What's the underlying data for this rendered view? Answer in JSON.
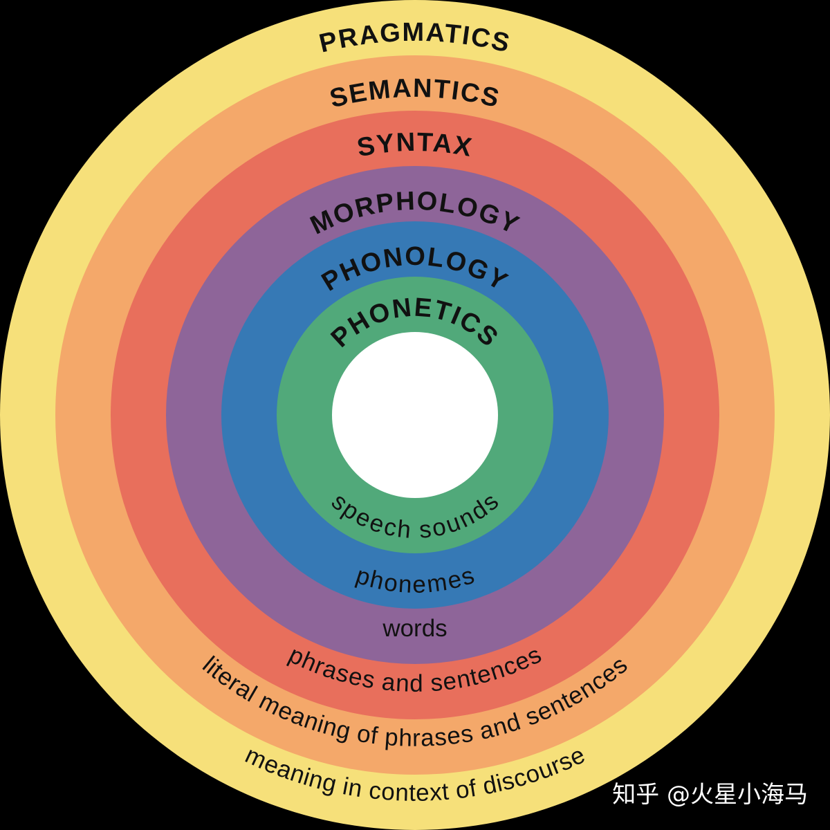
{
  "rings": [
    {
      "id": "pragmatics",
      "title": "PRAGMATICS",
      "description": "meaning in context of discourse",
      "color": "#F6E07A"
    },
    {
      "id": "semantics",
      "title": "SEMANTICS",
      "description": "literal meaning of phrases and sentences",
      "color": "#F4A86A"
    },
    {
      "id": "syntax",
      "title": "SYNTAX",
      "description": "phrases and sentences",
      "color": "#E86F5C"
    },
    {
      "id": "morphology",
      "title": "MORPHOLOGY",
      "description": "words",
      "color": "#8E6599"
    },
    {
      "id": "phonology",
      "title": "PHONOLOGY",
      "description": "phonemes",
      "color": "#3679B5"
    },
    {
      "id": "phonetics",
      "title": "PHONETICS",
      "description": "speech sounds",
      "color": "#51A97A"
    }
  ],
  "center": {
    "color": "#FFFFFF"
  },
  "background_color": "#000000",
  "watermark": "知乎 @火星小海马"
}
